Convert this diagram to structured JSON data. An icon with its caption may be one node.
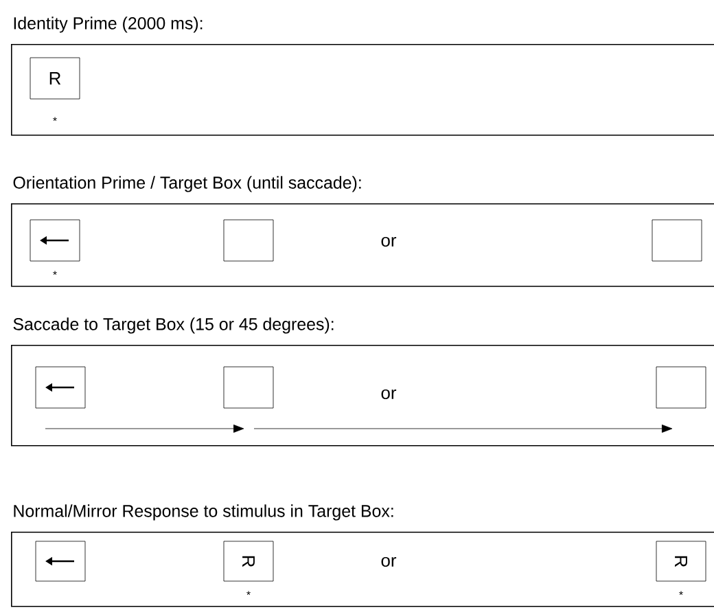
{
  "diagram": {
    "nodes": [
      {
        "text": [
          "Identity Prime (2000 ms):"
        ]
      },
      {
        "text": [
          "R"
        ],
        "in": 0,
        "beside": [
          "*"
        ]
      },
      {
        "text": [
          "Orientation Prime / Target Box (until saccade):"
        ]
      },
      {
        "text": [],
        "shape": "box",
        "in": 2,
        "beside": [
          "*"
        ]
      },
      {
        "text": [],
        "shape": "box",
        "in": 2
      },
      {
        "text": [],
        "shape": "box",
        "in": 2
      },
      {
        "text": [
          "Saccade to Target Box (15 or 45 degrees):"
        ]
      },
      {
        "text": [],
        "shape": "box",
        "in": 6
      },
      {
        "text": [],
        "shape": "box",
        "in": 6
      },
      {
        "text": [],
        "shape": "box",
        "in": 6
      },
      {
        "text": [
          "Normal/Mirror Response to stimulus in Target Box:"
        ]
      },
      {
        "text": [],
        "shape": "box",
        "in": 10
      },
      {
        "text": [
          "R"
        ],
        "in": 10,
        "beside": [
          "*"
        ]
      },
      {
        "text": [
          "R"
        ],
        "in": 10,
        "beside": [
          "*"
        ]
      }
    ],
    "labels": [
      "or",
      "or",
      "or"
    ]
  }
}
